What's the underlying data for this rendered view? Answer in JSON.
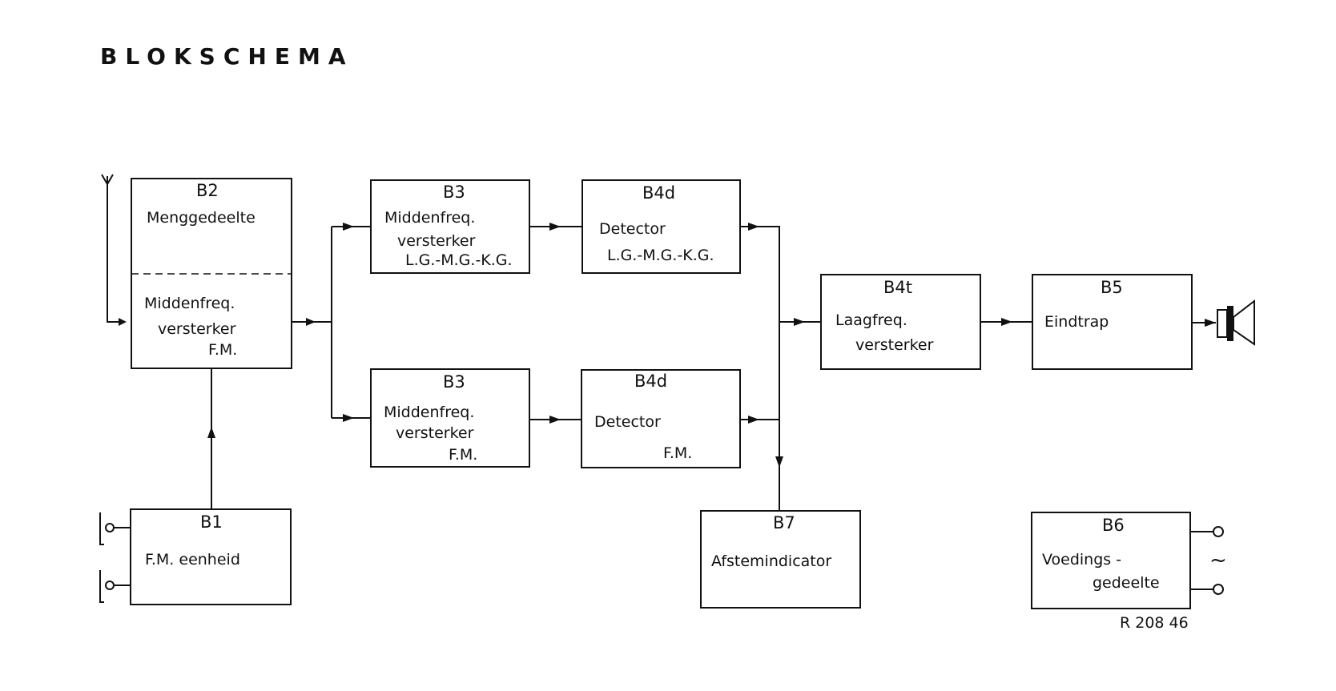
{
  "heading": "BLOKSCHEMA",
  "blocks": {
    "b2": {
      "id": "B2",
      "label": "Menggedeelte",
      "lower_lines": [
        "Middenfreq.",
        "versterker",
        "F.M."
      ]
    },
    "b3_top": {
      "id": "B3",
      "lines": [
        "Middenfreq.",
        "versterker",
        "L.G.-M.G.-K.G."
      ]
    },
    "b3_bottom": {
      "id": "B3",
      "lines": [
        "Middenfreq.",
        "versterker",
        "F.M."
      ]
    },
    "b4d_top": {
      "id": "B4d",
      "lines": [
        "Detector",
        "L.G.-M.G.-K.G."
      ]
    },
    "b4d_bottom": {
      "id": "B4d",
      "lines": [
        "Detector",
        "F.M."
      ]
    },
    "b4t": {
      "id": "B4t",
      "lines": [
        "Laagfreq.",
        "versterker"
      ]
    },
    "b5": {
      "id": "B5",
      "lines": [
        "Eindtrap"
      ]
    },
    "b1": {
      "id": "B1",
      "lines": [
        "F.M. eenheid"
      ]
    },
    "b7": {
      "id": "B7",
      "lines": [
        "Afstemindicator"
      ]
    },
    "b6": {
      "id": "B6",
      "lines": [
        "Voedings -",
        "gedeelte"
      ],
      "ac_symbol": "~"
    }
  },
  "drawing_number": "R 208 46",
  "icons": [
    "antenna-icon",
    "loudspeaker-icon",
    "terminal-icon"
  ]
}
